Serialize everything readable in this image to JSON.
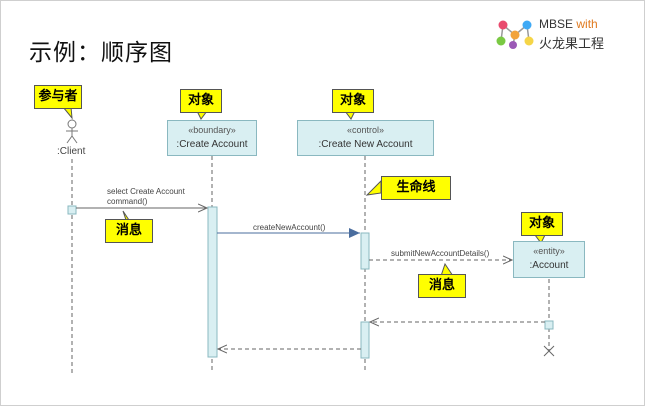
{
  "title": "示例：顺序图",
  "logo": {
    "line1": "MBSE",
    "line1_suffix": "with",
    "line2": "火龙果工程"
  },
  "actor": {
    "name": ":Client"
  },
  "objects": [
    {
      "stereotype": "«boundary»",
      "name": ":Create Account"
    },
    {
      "stereotype": "«control»",
      "name": ":Create New Account"
    },
    {
      "stereotype": "«entity»",
      "name": ":Account"
    }
  ],
  "callouts": {
    "actor": "参与者",
    "object1": "对象",
    "object2": "对象",
    "object3": "对象",
    "lifeline": "生命线",
    "message1": "消息",
    "message2": "消息"
  },
  "messages": {
    "m1_line1": "select Create Account",
    "m1_line2": "command()",
    "m2": "createNewAccount()",
    "m3": "submitNewAccountDetails()"
  },
  "colors": {
    "callout": "#ffff00",
    "object_fill": "#d9eff2",
    "object_border": "#8ab8c0",
    "lifeline": "#666666",
    "message_arrow": "#4a6d9e"
  }
}
